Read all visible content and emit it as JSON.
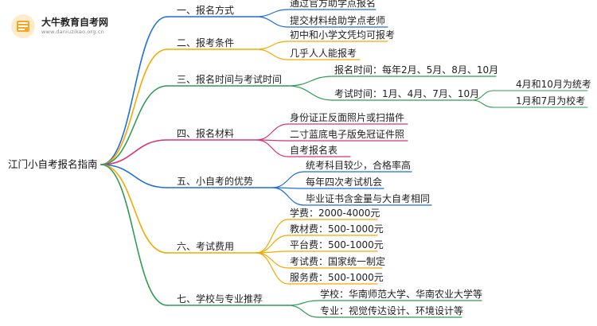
{
  "brand": {
    "name": "大牛教育自考网",
    "url": "www.daniuzikao.org.cn",
    "logo_accent": "#f5a623"
  },
  "root": {
    "label": "江门小自考报名指南"
  },
  "branches": [
    {
      "id": "b1",
      "label": "一、报名方式",
      "color": "#1e6fd9",
      "children": [
        {
          "label": "通过官方助学点报名"
        },
        {
          "label": "提交材料给助学点老师"
        }
      ]
    },
    {
      "id": "b2",
      "label": "二、报考条件",
      "color": "#f5a800",
      "children": [
        {
          "label": "初中和小学文凭均可报考"
        },
        {
          "label": "几乎人人能报考"
        }
      ]
    },
    {
      "id": "b3",
      "label": "三、报名时间与考试时间",
      "color": "#2e9c52",
      "children": [
        {
          "label": "报名时间：每年2月、5月、8月、10月",
          "children": []
        },
        {
          "label": "考试时间：1月、4月、7月、10月",
          "children": [
            {
              "label": "4月和10月为统考"
            },
            {
              "label": "1月和7月为校考"
            }
          ]
        }
      ]
    },
    {
      "id": "b4",
      "label": "四、报名材料",
      "color": "#d6337a",
      "children": [
        {
          "label": "身份证正反面照片或扫描件"
        },
        {
          "label": "二寸蓝底电子版免冠证件照"
        },
        {
          "label": "自考报名表"
        }
      ]
    },
    {
      "id": "b5",
      "label": "五、小自考的优势",
      "color": "#1e6fd9",
      "children": [
        {
          "label": "统考科目较少，合格率高"
        },
        {
          "label": "每年四次考试机会"
        },
        {
          "label": "毕业证书含金量与大自考相同"
        }
      ]
    },
    {
      "id": "b6",
      "label": "六、考试费用",
      "color": "#f5a800",
      "children": [
        {
          "label": "学费：2000-4000元"
        },
        {
          "label": "教材费：500-1000元"
        },
        {
          "label": "平台费：500-1000元"
        },
        {
          "label": "考试费：国家统一制定"
        },
        {
          "label": "服务费：500-1000元"
        }
      ]
    },
    {
      "id": "b7",
      "label": "七、学校与专业推荐",
      "color": "#2e9c52",
      "children": [
        {
          "label": "学校：华南师范大学、华南农业大学等"
        },
        {
          "label": "专业：视觉传达设计、环境设计等"
        }
      ]
    }
  ]
}
